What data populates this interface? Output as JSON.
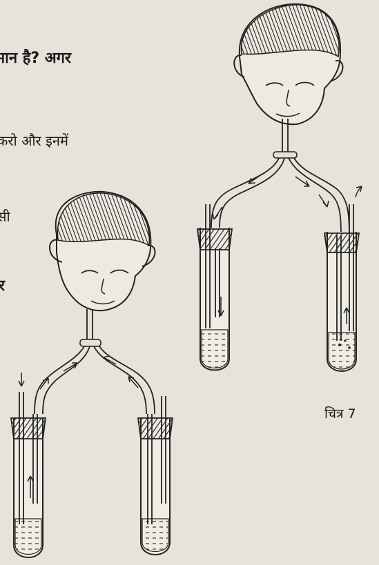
{
  "text_fragments": {
    "line1": "मान है? अगर",
    "line2": "करो और इनमें",
    "line3": "सी",
    "line4": "र"
  },
  "figure": {
    "caption": "चित्र 7"
  }
}
